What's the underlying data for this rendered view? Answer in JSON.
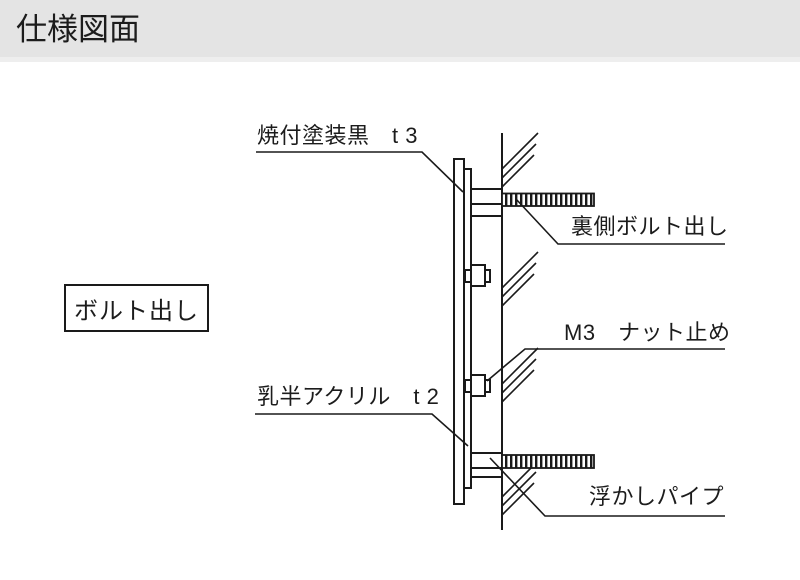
{
  "header": {
    "title": "仕様図面"
  },
  "diagram": {
    "variant_label": "ボルト出し",
    "callouts": {
      "paint": {
        "text": "焼付塗装黒　t 3",
        "points_to": "face-panel"
      },
      "rear_bolt": {
        "text": "裏側ボルト出し",
        "points_to": "threaded-bolt-top"
      },
      "nut": {
        "text": "M3　ナット止め",
        "points_to": "nut-bottom"
      },
      "acrylic": {
        "text": "乳半アクリル　t 2",
        "points_to": "acrylic-panel"
      },
      "spacer": {
        "text": "浮かしパイプ",
        "points_to": "spacer-pipe-bottom"
      }
    },
    "colors": {
      "line": "#1a1a1a",
      "text": "#1c1c1c",
      "header_bg": "#e4e4e4",
      "background": "#ffffff"
    }
  }
}
